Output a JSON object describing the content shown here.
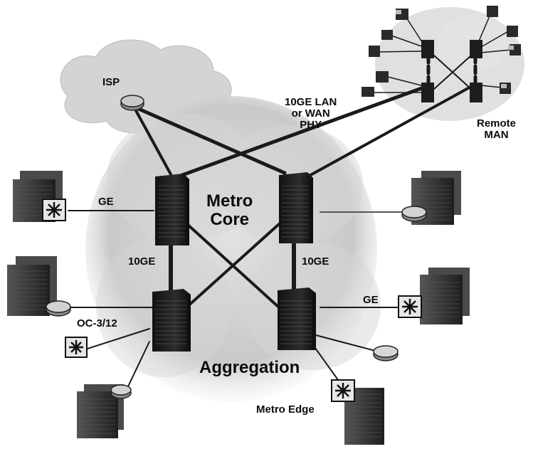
{
  "colors": {
    "link": "#1a1a1a",
    "cloud": "#cfcfcf",
    "switch": "#202020",
    "server": "#3a3a3a"
  },
  "labels": {
    "isp": "ISP",
    "ten_ge_lan_line1": "10GE LAN",
    "ten_ge_lan_line2": "or WAN",
    "ten_ge_lan_line3": "PHY",
    "remote_line1": "Remote",
    "remote_line2": "MAN",
    "ge_left": "GE",
    "metro_core_line1": "Metro",
    "metro_core_line2": "Core",
    "ten_ge_left": "10GE",
    "ten_ge_right": "10GE",
    "ge_right": "GE",
    "oc": "OC-3/12",
    "aggregation": "Aggregation",
    "metro_edge": "Metro Edge"
  },
  "icons": [
    "cloud-icon",
    "router-icon",
    "optical-switch-icon",
    "server-stack-icon",
    "multilayer-switch-icon"
  ]
}
